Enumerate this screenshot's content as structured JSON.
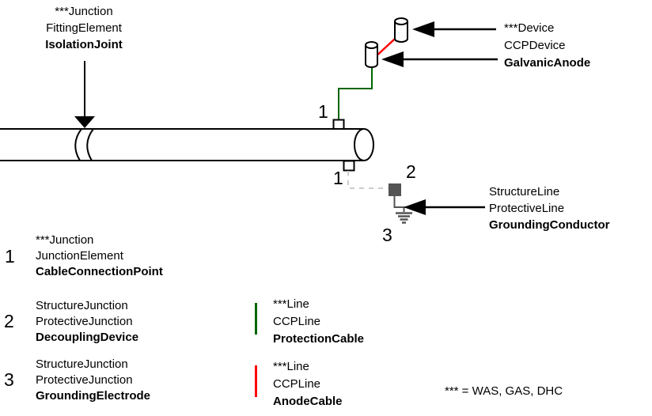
{
  "colors": {
    "outline": "#000000",
    "protection_cable_green": "#006600",
    "anode_cable_red": "#ff0000",
    "structure_gray": "#545454",
    "dashed_gray": "#cccccc",
    "background": "#ffffff"
  },
  "callouts": {
    "isolation_joint": {
      "line1": "***Junction",
      "line2": "FittingElement",
      "line3": "IsolationJoint"
    },
    "galvanic_anode": {
      "line1": "***Device",
      "line2": "CCPDevice",
      "line3": "GalvanicAnode"
    },
    "grounding_conductor": {
      "line1": "StructureLine",
      "line2": "ProtectiveLine",
      "line3": "GroundingConductor"
    }
  },
  "markers": {
    "cable_connection_top": "1",
    "cable_connection_bottom": "1",
    "decoupling_device": "2",
    "grounding_electrode": "3"
  },
  "legend": {
    "items": [
      {
        "number": "1",
        "line1": "***Junction",
        "line2": "JunctionElement",
        "line3": "CableConnectionPoint"
      },
      {
        "number": "2",
        "line1": "StructureJunction",
        "line2": "ProtectiveJunction",
        "line3": "DecouplingDevice"
      },
      {
        "number": "3",
        "line1": "StructureJunction",
        "line2": "ProtectiveJunction",
        "line3": "GroundingElectrode"
      }
    ],
    "cables": [
      {
        "color": "#006600",
        "line1": "***Line",
        "line2": "CCPLine",
        "line3": "ProtectionCable"
      },
      {
        "color": "#ff0000",
        "line1": "***Line",
        "line2": "CCPLine",
        "line3": "AnodeCable"
      }
    ],
    "footnote": "*** = WAS, GAS, DHC"
  }
}
